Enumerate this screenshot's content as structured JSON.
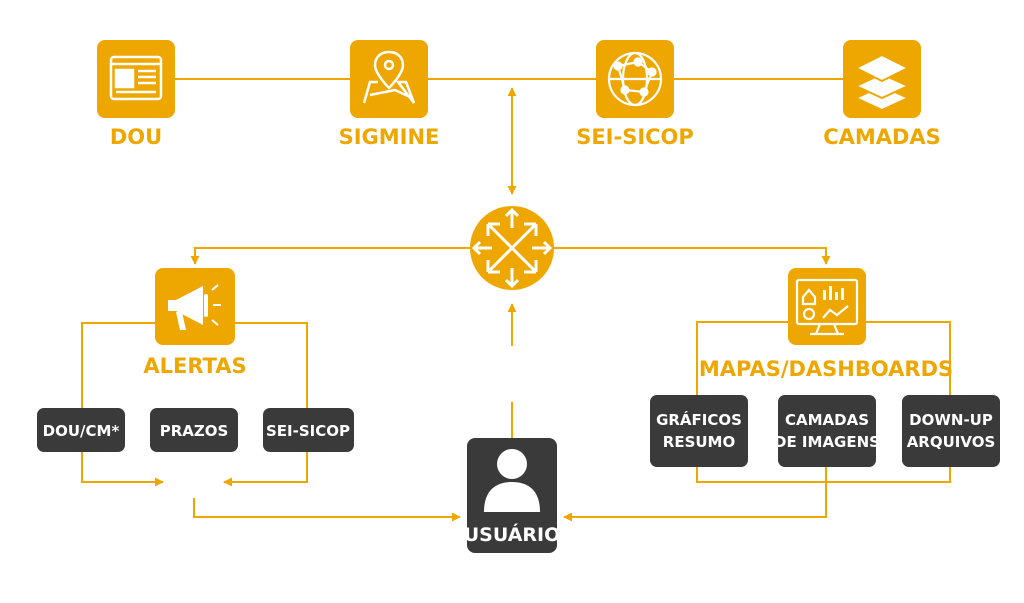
{
  "colors": {
    "accent": "#eea700",
    "dark_box": "#3a3a3a",
    "background": "#ffffff"
  },
  "sources": [
    {
      "label": "DOU",
      "icon": "newspaper-icon"
    },
    {
      "label": "SIGMINE",
      "icon": "map-pin-icon"
    },
    {
      "label": "SEI-SICOP",
      "icon": "network-globe-icon"
    },
    {
      "label": "CAMADAS",
      "icon": "layers-icon"
    }
  ],
  "hub": {
    "icon": "hub-logo-icon"
  },
  "alertas": {
    "label": "ALERTAS",
    "icon": "megaphone-icon",
    "items": [
      "DOU/CM*",
      "PRAZOS",
      "SEI-SICOP"
    ]
  },
  "mapas": {
    "label": "MAPAS/DASHBOARDS",
    "icon": "dashboard-monitor-icon",
    "items": [
      {
        "line1": "GRÁFICOS",
        "line2": "RESUMO"
      },
      {
        "line1": "CAMADAS",
        "line2": "DE IMAGENS"
      },
      {
        "line1": "DOWN-UP",
        "line2": "ARQUIVOS"
      }
    ]
  },
  "user": {
    "label": "USUÁRIO",
    "icon": "user-icon"
  }
}
